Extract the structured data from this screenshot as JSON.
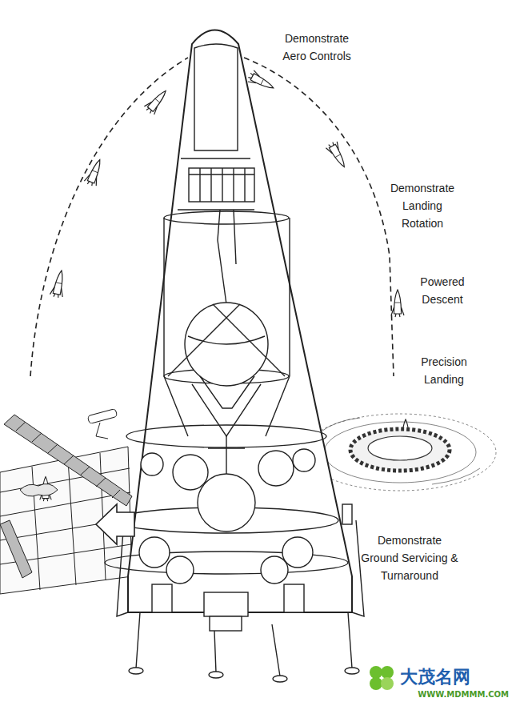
{
  "diagram": {
    "labels": [
      "Demonstrate Aero Controls",
      "Demonstrate Landing Rotation",
      "Powered Descent",
      "Precision Landing",
      "Demonstrate Ground Servicing & Turnaround",
      "大茂名网",
      "WWW.MDMMM.COM"
    ]
  }
}
